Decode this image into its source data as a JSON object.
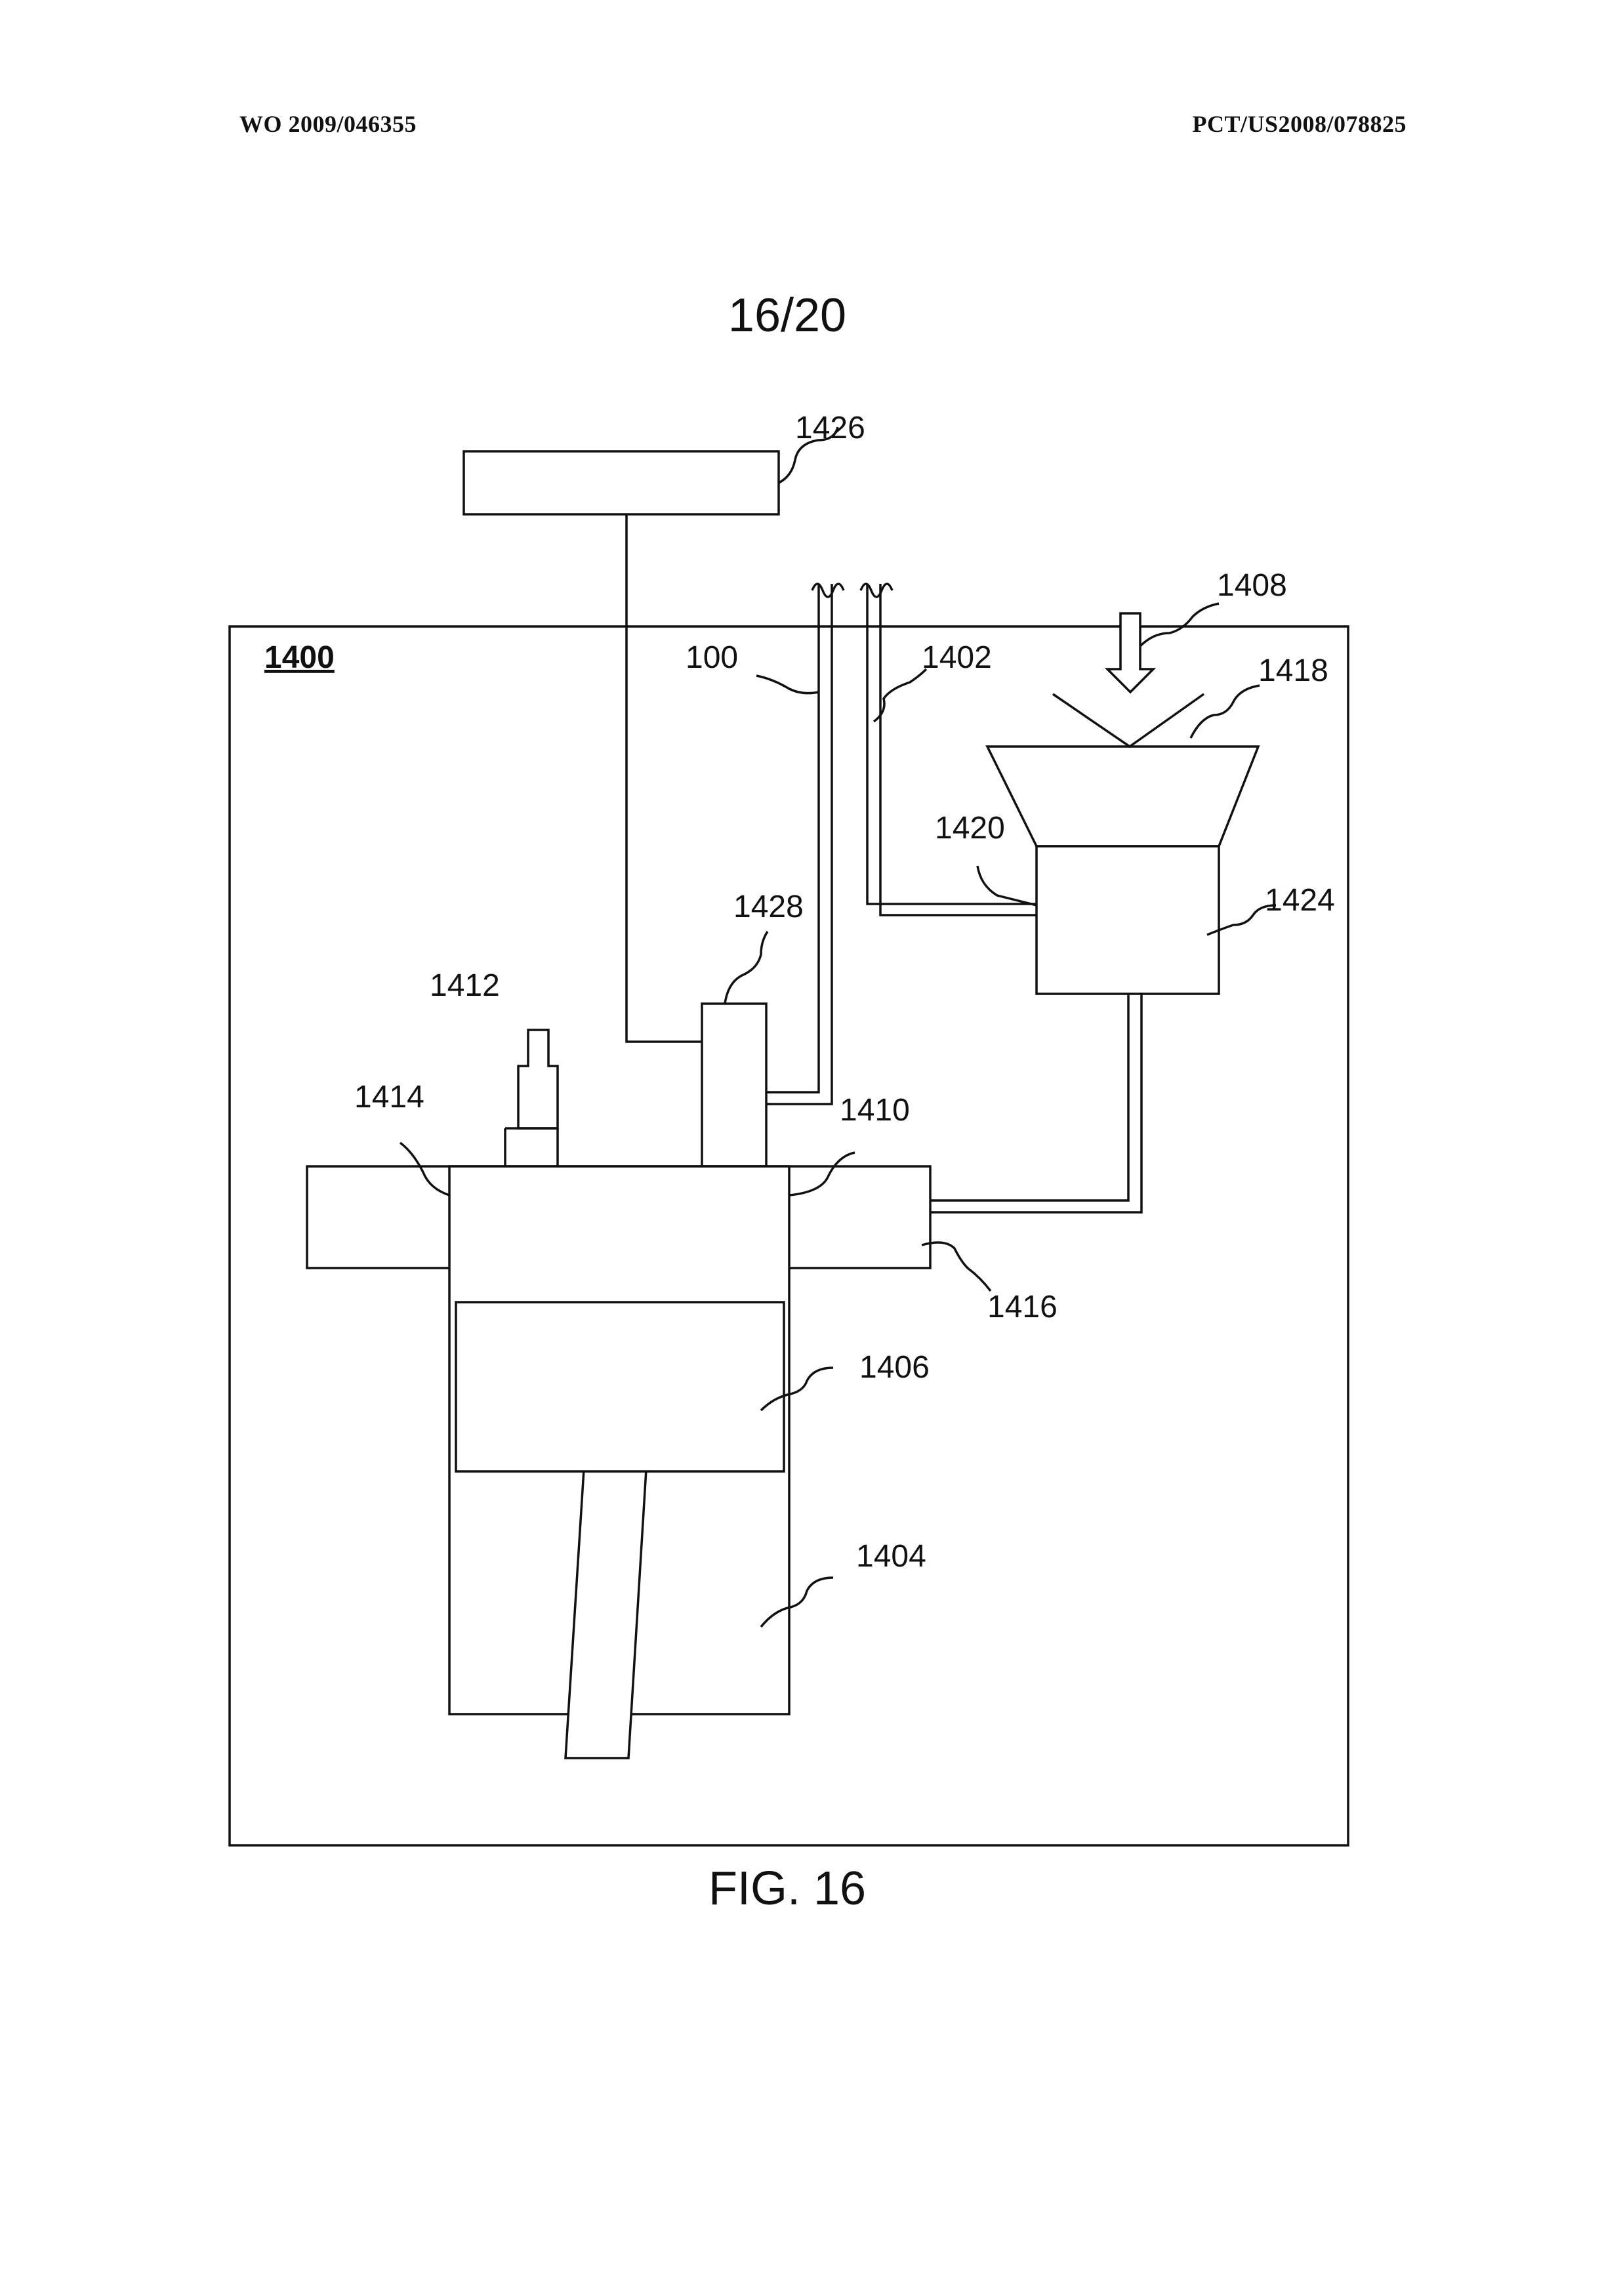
{
  "header": {
    "left": "WO 2009/046355",
    "right": "PCT/US2008/078825"
  },
  "sheet": "16/20",
  "caption": "FIG. 16",
  "labels": {
    "system": "1400",
    "l100": "100",
    "l1402": "1402",
    "l1404": "1404",
    "l1406": "1406",
    "l1408": "1408",
    "l1410": "1410",
    "l1412": "1412",
    "l1414": "1414",
    "l1416": "1416",
    "l1418": "1418",
    "l1420": "1420",
    "l1424": "1424",
    "l1426": "1426",
    "l1428": "1428"
  }
}
